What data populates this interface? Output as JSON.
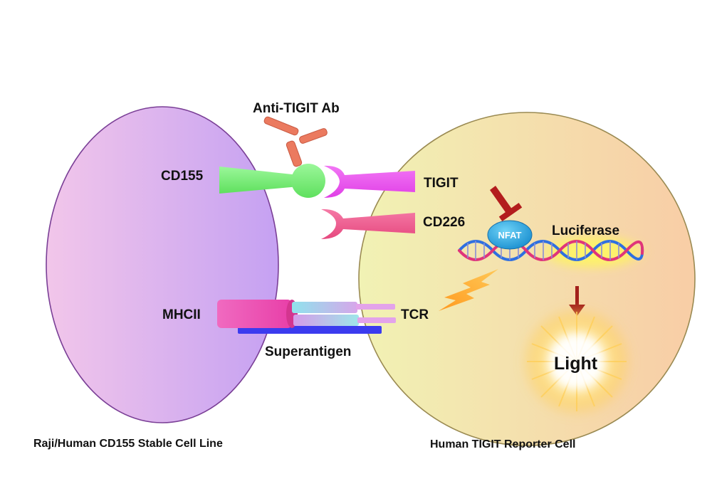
{
  "labels": {
    "antibody": "Anti-TIGIT Ab",
    "cd155": "CD155",
    "tigit": "TIGIT",
    "cd226": "CD226",
    "nfat": "NFAT",
    "luciferase": "Luciferase",
    "mhcii": "MHCII",
    "tcr": "TCR",
    "superantigen": "Superantigen",
    "light": "Light",
    "left_cell": "Raji/Human CD155 Stable Cell Line",
    "right_cell": "Human TIGIT Reporter Cell"
  },
  "colors": {
    "left_cell_light": "#f0c2ec",
    "left_cell_dark": "#c9a3f0",
    "right_cell_light": "#f4f3b8",
    "right_cell_dark": "#f8d2a6",
    "cd155": "#7cf07a",
    "tigit": "#ec4ff0",
    "cd226": "#f0568f",
    "antibody": "#e8735a",
    "mhcii": "#ef4fb4",
    "superantigen": "#3b3bef",
    "nfat": "#26a6e0",
    "inhibition": "#b31d1d",
    "activation": "#f5a623"
  }
}
